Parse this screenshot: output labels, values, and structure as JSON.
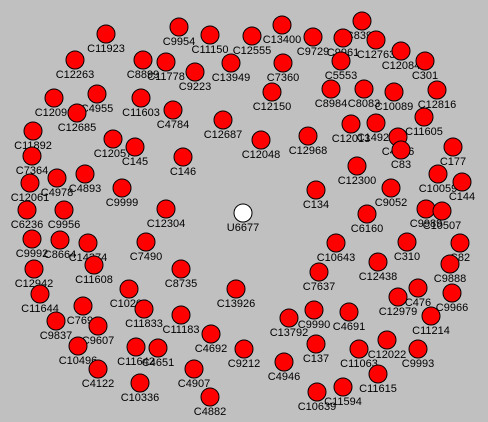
{
  "colors": {
    "background": "#c0c0c0",
    "node_fill": "#ff0000",
    "center_fill": "#ffffff",
    "stroke": "#000000"
  },
  "center": {
    "label": "U6677"
  },
  "nodes": [
    "C9954",
    "C11150",
    "C12555",
    "C13400",
    "C9729",
    "C8390",
    "C11923",
    "C9961",
    "C12763",
    "C12263",
    "C8899",
    "C11778",
    "C13949",
    "C7360",
    "C5553",
    "C12084",
    "C301",
    "C9223",
    "C12090",
    "C4955",
    "C11603",
    "C12150",
    "C8984",
    "C8083",
    "C10089",
    "C12816",
    "C11892",
    "C12685",
    "C4784",
    "C12687",
    "C12013",
    "C14926",
    "C11605",
    "C7364",
    "C12057",
    "C145",
    "C12048",
    "C12968",
    "C4936",
    "C12061",
    "C146",
    "C83",
    "C177",
    "C4978",
    "C4893",
    "C12300",
    "C10059",
    "C144",
    "C9999",
    "C9052",
    "C6236",
    "C9956",
    "C134",
    "C9989",
    "C12304",
    "C6160",
    "C10507",
    "C14374",
    "C9992",
    "C8664",
    "C10643",
    "C310",
    "C82",
    "C7490",
    "C12942",
    "C11608",
    "C12438",
    "C9888",
    "C8735",
    "C7637",
    "C476",
    "C10202",
    "C11644",
    "C13926",
    "C9966",
    "C7691",
    "C11833",
    "C12979",
    "C11183",
    "C9837",
    "C13792",
    "C9990",
    "C4691",
    "C11214",
    "C9607",
    "C10496",
    "C12022",
    "C11642",
    "C4651",
    "C4692",
    "C9212",
    "C137",
    "C11063",
    "C9993",
    "C4122",
    "C4946",
    "C10336",
    "C4907",
    "C11615",
    "C11594",
    "C4882",
    "C10639"
  ]
}
